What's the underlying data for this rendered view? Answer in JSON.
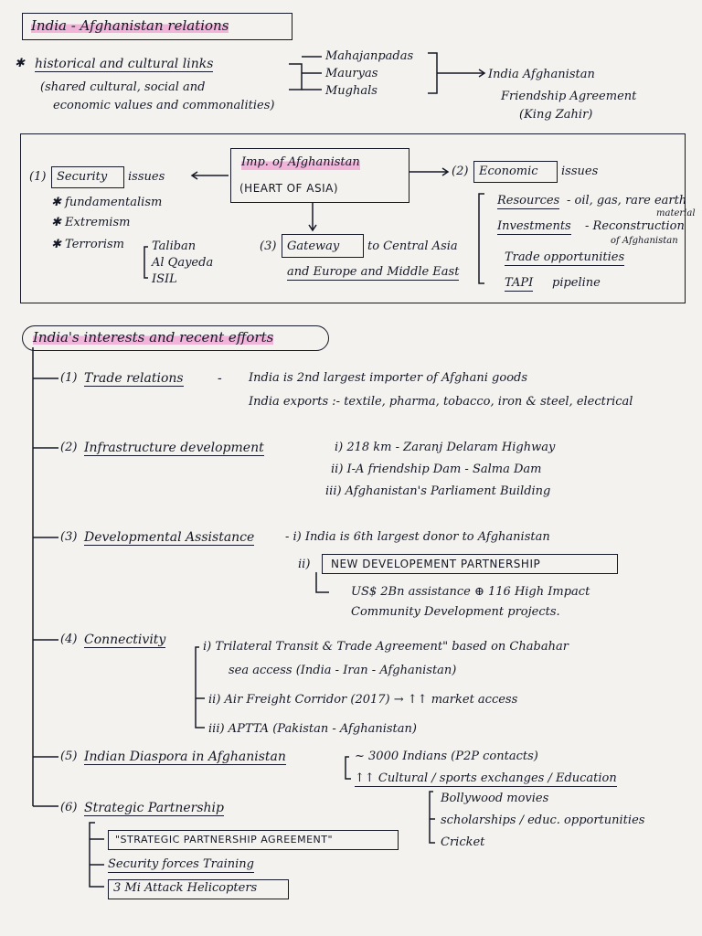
{
  "title": "India - Afghanistan relations",
  "history": {
    "heading": "historical and cultural links",
    "sub1": "(shared cultural, social and",
    "sub2": "economic values and commonalities)",
    "eras": [
      "Mahajanpadas",
      "Mauryas",
      "Mughals"
    ],
    "agreement1": "India Afghanistan",
    "agreement2": "Friendship Agreement",
    "agreement3": "(King Zahir)"
  },
  "importance": {
    "center1": "Imp. of Afghanistan",
    "center2": "(HEART OF ASIA)",
    "security_num": "1",
    "security": "Security",
    "security_suffix": "issues",
    "security_items": [
      "fundamentalism",
      "Extremism",
      "Terrorism"
    ],
    "terror_groups": [
      "Taliban",
      "Al Qayeda",
      "ISIL"
    ],
    "economic_num": "2",
    "economic": "Economic",
    "economic_suffix": "issues",
    "resources": "Resources",
    "resources_val": "- oil, gas, rare earth",
    "resources_val2": "material",
    "investments": "Investments",
    "investments_val": "- Reconstruction",
    "investments_val2": "of Afghanistan",
    "trade_opp": "Trade opportunities",
    "tapi": "TAPI",
    "tapi_suffix": "pipeline",
    "gateway_num": "3",
    "gateway": "Gateway",
    "gateway_suffix": "to Central Asia",
    "gateway_line2": "and Europe and Middle East"
  },
  "interests": {
    "heading": "India's interests and recent efforts",
    "trade_num": "1",
    "trade": "Trade relations",
    "trade_dash": "-",
    "trade_l1": "India is 2nd largest importer of Afghani goods",
    "trade_l2": "India exports :- textile, pharma, tobacco, iron & steel, electrical",
    "infra_num": "2",
    "infra": "Infrastructure development",
    "infra_items": [
      "i) 218 km - Zaranj Delaram Highway",
      "ii) I-A friendship Dam - Salma Dam",
      "iii) Afghanistan's Parliament Building"
    ],
    "dev_num": "3",
    "dev": "Developmental Assistance",
    "dev_i": "- i) India is 6th largest donor to Afghanistan",
    "dev_ii": "ii)",
    "dev_ndp": "NEW DEVELOPEMENT PARTNERSHIP",
    "dev_ndp_l1": "US$ 2Bn assistance ⊕ 116 High Impact",
    "dev_ndp_l2": "Community Development projects.",
    "conn_num": "4",
    "conn": "Connectivity",
    "conn_i1": "i) Trilateral Transit & Trade Agreement\" based on Chabahar",
    "conn_i2": "sea access (India - Iran - Afghanistan)",
    "conn_ii": "ii) Air Freight Corridor (2017) → ↑↑ market access",
    "conn_iii": "iii) APTTA (Pakistan - Afghanistan)",
    "diaspora_num": "5",
    "diaspora": "Indian Diaspora in Afghanistan",
    "diaspora_l1": "~ 3000 Indians (P2P contacts)",
    "diaspora_l2": "↑↑ Cultural / sports exchanges / Education",
    "diaspora_subs": [
      "Bollywood movies",
      "scholarships / educ. opportunities",
      "Cricket"
    ],
    "strat_num": "6",
    "strat": "Strategic Partnership",
    "spa": "\"STRATEGIC PARTNERSHIP AGREEMENT\"",
    "strat_items": [
      "Security forces Training",
      "3 Mi Attack Helicopters"
    ]
  }
}
